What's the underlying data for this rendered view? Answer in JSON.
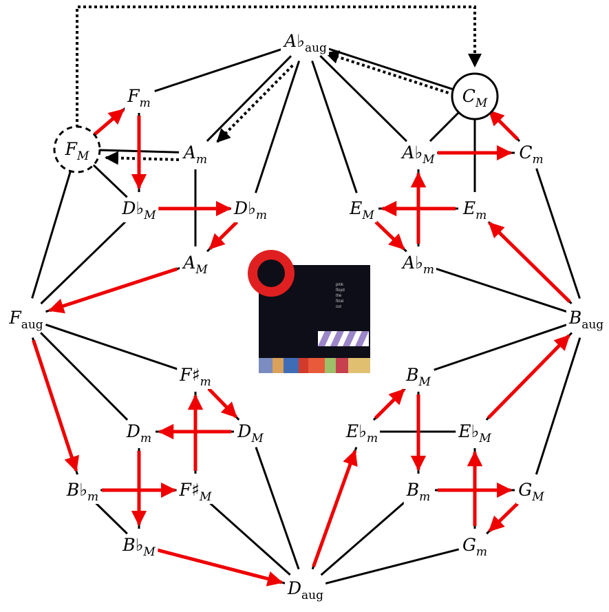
{
  "diagram": {
    "nodes": [
      {
        "id": "Ab_aug",
        "root": "A",
        "accidental": "♭",
        "suffix": "aug"
      },
      {
        "id": "F_m",
        "root": "F",
        "accidental": "",
        "suffix": "m"
      },
      {
        "id": "F_M",
        "root": "F",
        "accidental": "",
        "suffix": "M",
        "marker": "dashed-circle"
      },
      {
        "id": "A_m",
        "root": "A",
        "accidental": "",
        "suffix": "m"
      },
      {
        "id": "Db_M",
        "root": "D",
        "accidental": "♭",
        "suffix": "M"
      },
      {
        "id": "Db_m",
        "root": "D",
        "accidental": "♭",
        "suffix": "m"
      },
      {
        "id": "A_M",
        "root": "A",
        "accidental": "",
        "suffix": "M"
      },
      {
        "id": "C_M",
        "root": "C",
        "accidental": "",
        "suffix": "M",
        "marker": "solid-circle"
      },
      {
        "id": "Ab_M",
        "root": "A",
        "accidental": "♭",
        "suffix": "M"
      },
      {
        "id": "C_m",
        "root": "C",
        "accidental": "",
        "suffix": "m"
      },
      {
        "id": "E_M",
        "root": "E",
        "accidental": "",
        "suffix": "M"
      },
      {
        "id": "E_m",
        "root": "E",
        "accidental": "",
        "suffix": "m"
      },
      {
        "id": "Ab_m",
        "root": "A",
        "accidental": "♭",
        "suffix": "m"
      },
      {
        "id": "F_aug",
        "root": "F",
        "accidental": "",
        "suffix": "aug"
      },
      {
        "id": "B_aug",
        "root": "B",
        "accidental": "",
        "suffix": "aug"
      },
      {
        "id": "Fs_m",
        "root": "F",
        "accidental": "♯",
        "suffix": "m"
      },
      {
        "id": "D_m",
        "root": "D",
        "accidental": "",
        "suffix": "m"
      },
      {
        "id": "D_M",
        "root": "D",
        "accidental": "",
        "suffix": "M"
      },
      {
        "id": "Bb_m",
        "root": "B",
        "accidental": "♭",
        "suffix": "m"
      },
      {
        "id": "Fs_M",
        "root": "F",
        "accidental": "♯",
        "suffix": "M"
      },
      {
        "id": "Bb_M",
        "root": "B",
        "accidental": "♭",
        "suffix": "M"
      },
      {
        "id": "D_aug",
        "root": "D",
        "accidental": "",
        "suffix": "aug"
      },
      {
        "id": "B_M",
        "root": "B",
        "accidental": "",
        "suffix": "M"
      },
      {
        "id": "Eb_m",
        "root": "E",
        "accidental": "♭",
        "suffix": "m"
      },
      {
        "id": "Eb_M",
        "root": "E",
        "accidental": "♭",
        "suffix": "M"
      },
      {
        "id": "B_m",
        "root": "B",
        "accidental": "",
        "suffix": "m"
      },
      {
        "id": "G_M",
        "root": "G",
        "accidental": "",
        "suffix": "M"
      },
      {
        "id": "G_m",
        "root": "G",
        "accidental": "",
        "suffix": "m"
      }
    ],
    "edges": [
      [
        "Ab_aug",
        "F_m"
      ],
      [
        "Ab_aug",
        "A_m"
      ],
      [
        "Ab_aug",
        "Db_m"
      ],
      [
        "Ab_aug",
        "E_M"
      ],
      [
        "Ab_aug",
        "Ab_M"
      ],
      [
        "Ab_aug",
        "C_M"
      ],
      [
        "F_M",
        "F_m"
      ],
      [
        "F_M",
        "A_m"
      ],
      [
        "F_M",
        "Db_M"
      ],
      [
        "F_M",
        "F_aug"
      ],
      [
        "F_m",
        "Db_M"
      ],
      [
        "A_m",
        "A_M"
      ],
      [
        "Db_M",
        "Db_m"
      ],
      [
        "Db_m",
        "A_M"
      ],
      [
        "Db_M",
        "F_aug"
      ],
      [
        "A_M",
        "F_aug"
      ],
      [
        "C_M",
        "Ab_M"
      ],
      [
        "C_M",
        "C_m"
      ],
      [
        "C_m",
        "Ab_M"
      ],
      [
        "C_M",
        "E_m"
      ],
      [
        "C_m",
        "B_aug"
      ],
      [
        "E_M",
        "E_m"
      ],
      [
        "E_M",
        "Ab_m"
      ],
      [
        "Ab_m",
        "Ab_M"
      ],
      [
        "E_m",
        "B_aug"
      ],
      [
        "Ab_m",
        "B_aug"
      ],
      [
        "F_aug",
        "Fs_m"
      ],
      [
        "F_aug",
        "D_m"
      ],
      [
        "F_aug",
        "Bb_m"
      ],
      [
        "Fs_m",
        "Fs_M"
      ],
      [
        "D_m",
        "D_M"
      ],
      [
        "Fs_m",
        "D_M"
      ],
      [
        "D_m",
        "Bb_M"
      ],
      [
        "Bb_m",
        "Fs_M"
      ],
      [
        "Bb_m",
        "Bb_M"
      ],
      [
        "Bb_M",
        "D_aug"
      ],
      [
        "Fs_M",
        "D_aug"
      ],
      [
        "D_M",
        "D_aug"
      ],
      [
        "B_aug",
        "B_M"
      ],
      [
        "B_aug",
        "Eb_M"
      ],
      [
        "B_aug",
        "G_M"
      ],
      [
        "B_M",
        "B_m"
      ],
      [
        "Eb_m",
        "Eb_M"
      ],
      [
        "B_M",
        "Eb_m"
      ],
      [
        "Eb_M",
        "G_m"
      ],
      [
        "B_m",
        "G_M"
      ],
      [
        "G_M",
        "G_m"
      ],
      [
        "Eb_m",
        "D_aug"
      ],
      [
        "B_m",
        "D_aug"
      ],
      [
        "G_m",
        "D_aug"
      ]
    ],
    "red_arrows": [
      [
        "F_M",
        "F_m"
      ],
      [
        "F_m",
        "Db_M"
      ],
      [
        "Db_M",
        "Db_m"
      ],
      [
        "Db_m",
        "A_M"
      ],
      [
        "A_M",
        "F_aug"
      ],
      [
        "F_aug",
        "Bb_m"
      ],
      [
        "Bb_m",
        "Fs_M"
      ],
      [
        "Fs_M",
        "Fs_m"
      ],
      [
        "Fs_m",
        "D_M"
      ],
      [
        "D_M",
        "D_m"
      ],
      [
        "D_m",
        "Bb_M"
      ],
      [
        "Bb_M",
        "D_aug"
      ],
      [
        "D_aug",
        "Eb_m"
      ],
      [
        "Eb_m",
        "B_M"
      ],
      [
        "B_M",
        "B_m"
      ],
      [
        "B_m",
        "G_M"
      ],
      [
        "G_M",
        "G_m"
      ],
      [
        "G_m",
        "Eb_M"
      ],
      [
        "Eb_M",
        "B_aug"
      ],
      [
        "B_aug",
        "E_m"
      ],
      [
        "E_m",
        "E_M"
      ],
      [
        "E_M",
        "Ab_m"
      ],
      [
        "Ab_m",
        "Ab_M"
      ],
      [
        "Ab_M",
        "C_m"
      ],
      [
        "C_m",
        "C_M"
      ]
    ],
    "dotted_arrows": [
      [
        "C_M",
        "Ab_aug"
      ],
      [
        "Ab_aug",
        "A_m"
      ],
      [
        "A_m",
        "F_M"
      ],
      [
        "F_M",
        "C_M"
      ]
    ],
    "colors": {
      "edge": "#000000",
      "red_arrow": "#ee0000",
      "dotted": "#000000"
    }
  },
  "album_cover": {
    "text_lines": [
      "pink",
      "floyd",
      "the",
      "final",
      "cut"
    ],
    "colors": {
      "background": "#0e0e18",
      "circle": "#e02020",
      "stripe_a": "#9a86c8",
      "stripe_b": "#ffffff"
    }
  }
}
